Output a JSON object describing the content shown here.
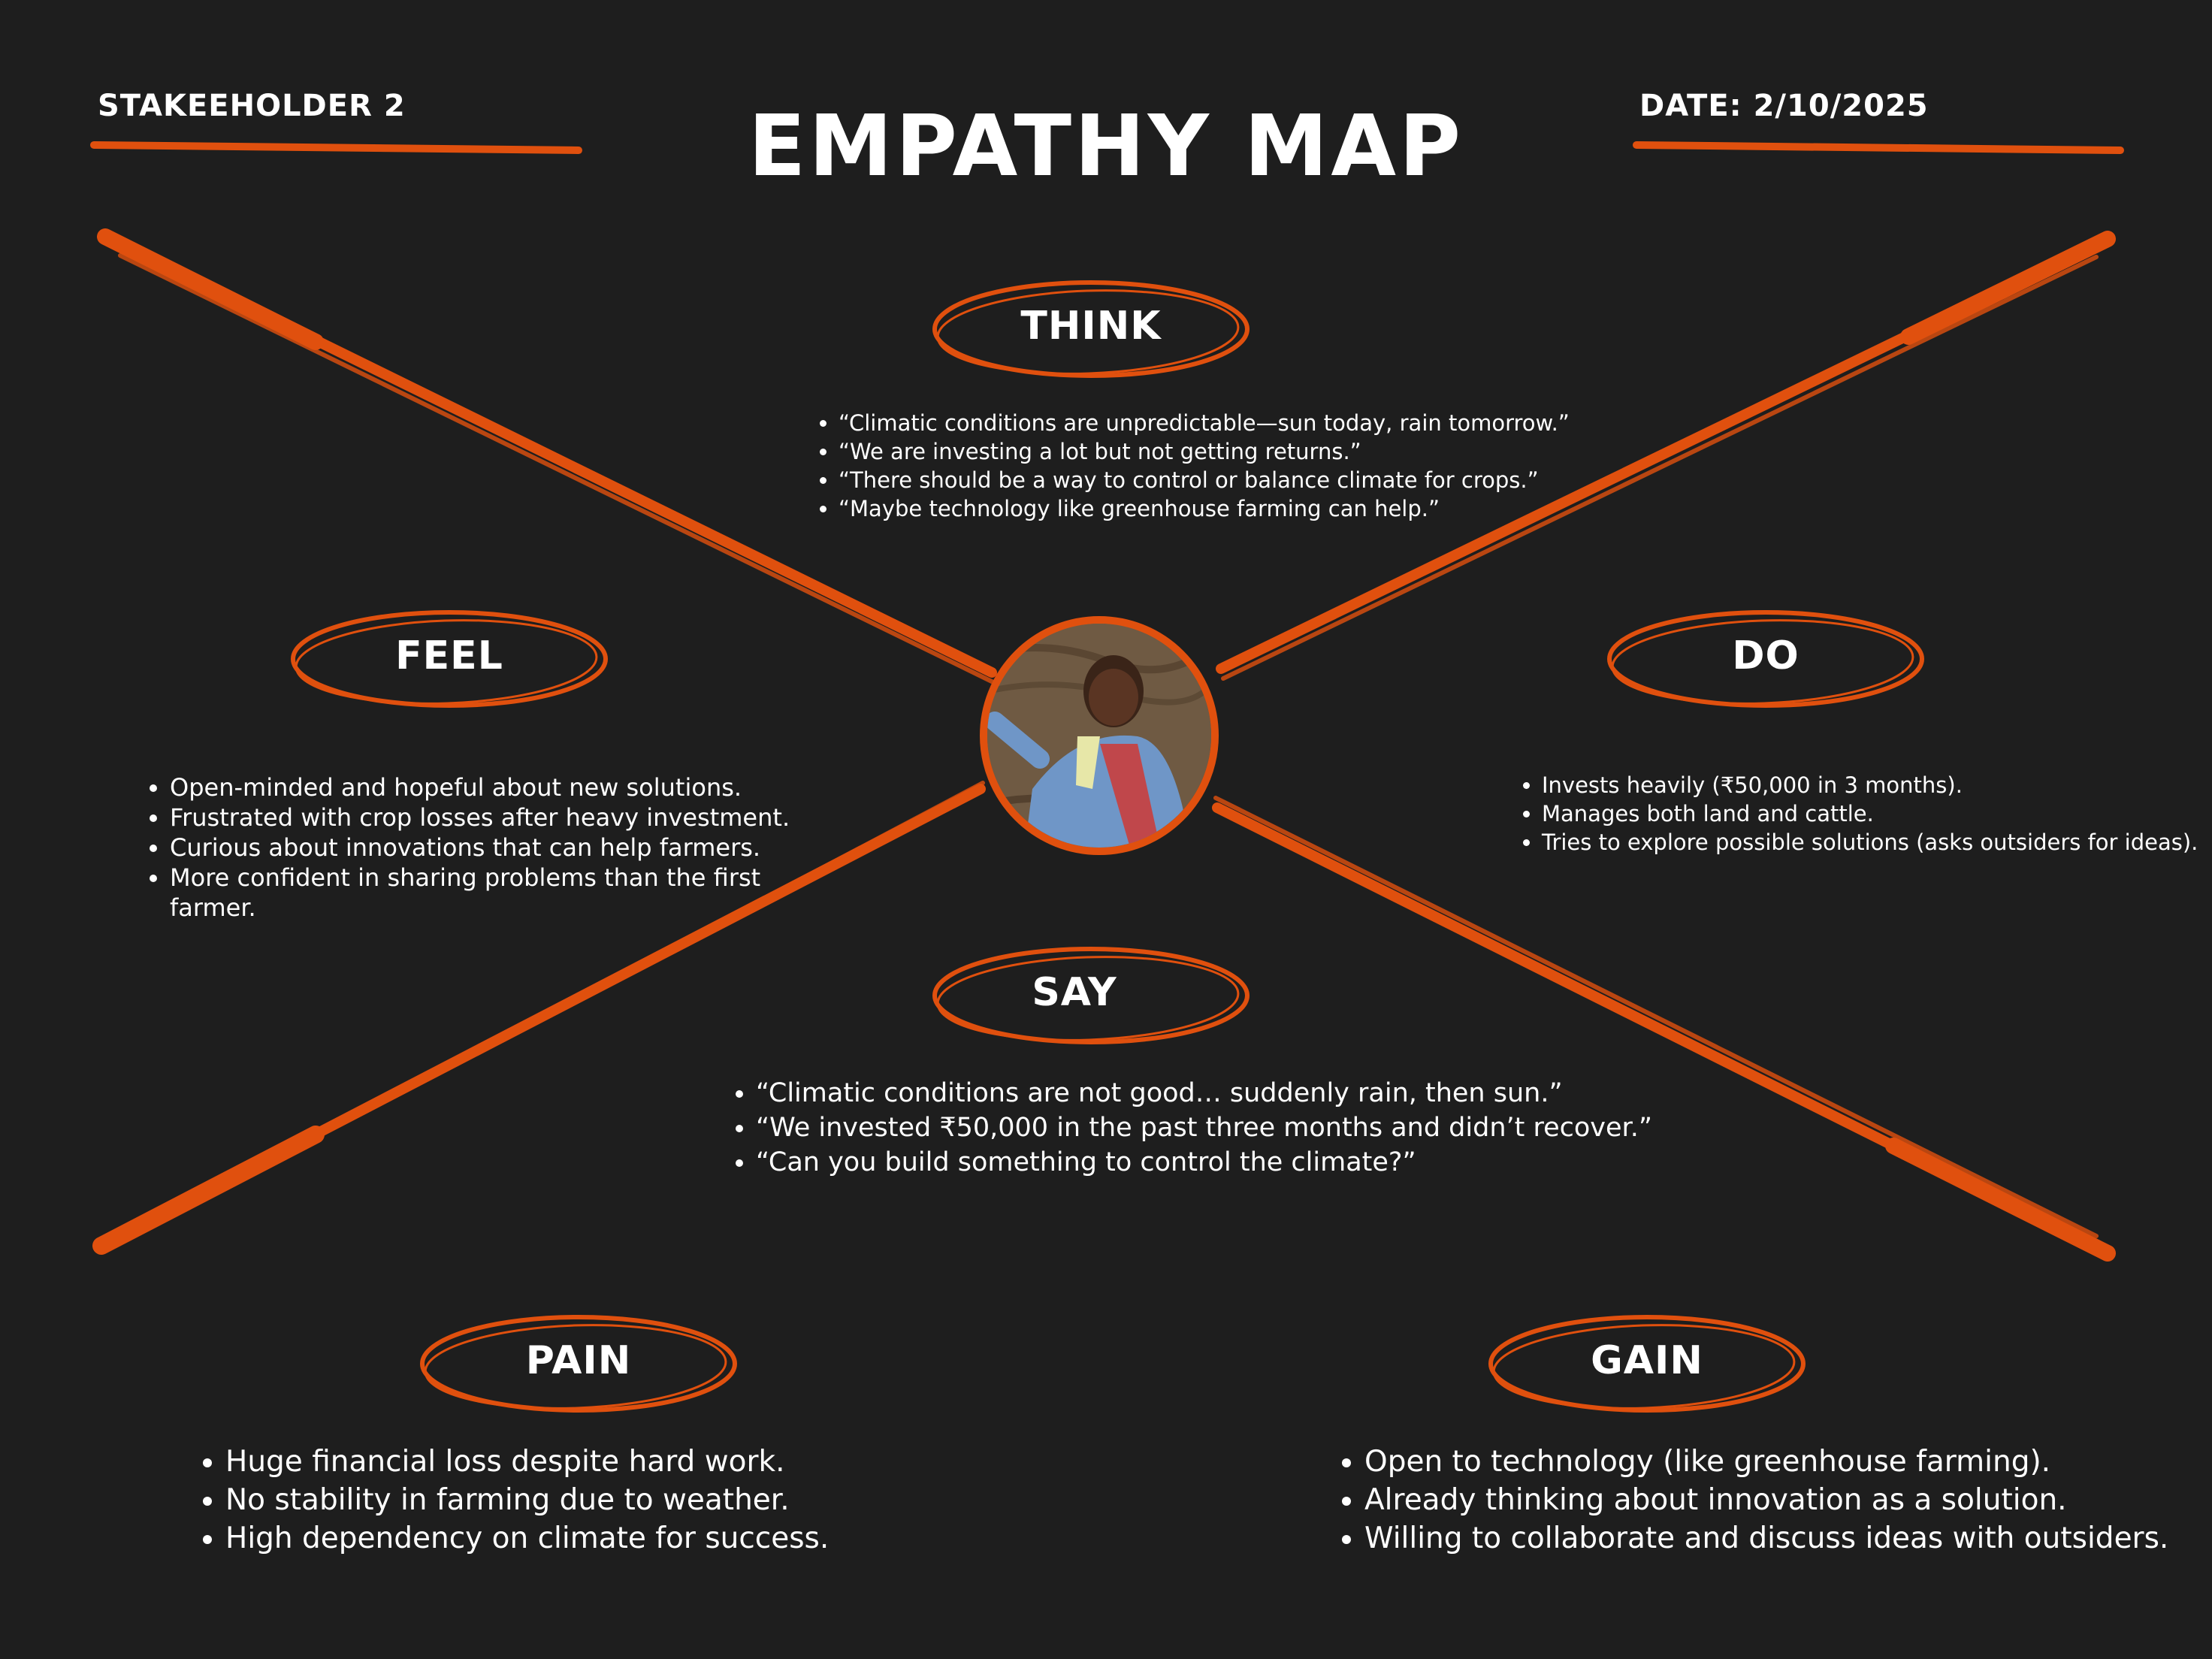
{
  "header": {
    "stakeholder": "STAKEEHOLDER 2",
    "title": "EMPATHY MAP",
    "date": "DATE: 2/10/2025"
  },
  "colors": {
    "background": "#1e1e1e",
    "accent": "#e0500e",
    "text": "#ffffff"
  },
  "center": {
    "image": "farmer-portrait"
  },
  "sections": {
    "think": {
      "label": "THINK",
      "items": [
        "“Climatic conditions are unpredictable—sun today, rain tomorrow.”",
        "“We are investing a lot but not getting returns.”",
        "“There should be a way to control or balance climate for crops.”",
        "“Maybe technology like greenhouse farming can help.”"
      ]
    },
    "feel": {
      "label": "FEEL",
      "items": [
        "Open-minded and hopeful about new solutions.",
        "Frustrated with crop losses after heavy investment.",
        "Curious about innovations that can help farmers.",
        "More confident in sharing problems than the first farmer."
      ]
    },
    "do": {
      "label": "DO",
      "items": [
        "Invests heavily (₹50,000 in 3 months).",
        "Manages both land and cattle.",
        "Tries to explore possible solutions (asks outsiders for ideas)."
      ]
    },
    "say": {
      "label": "SAY",
      "items": [
        "“Climatic conditions are not good… suddenly rain, then sun.”",
        "“We invested ₹50,000 in the past three months and didn’t recover.”",
        "“Can you build something to control the climate?”"
      ]
    },
    "pain": {
      "label": "PAIN",
      "items": [
        "Huge financial loss despite hard work.",
        "No stability in farming due to weather.",
        "High dependency on climate for success."
      ]
    },
    "gain": {
      "label": "GAIN",
      "items": [
        "Open to technology (like greenhouse farming).",
        "Already thinking about innovation as a solution.",
        "Willing to collaborate and discuss ideas with outsiders."
      ]
    }
  }
}
